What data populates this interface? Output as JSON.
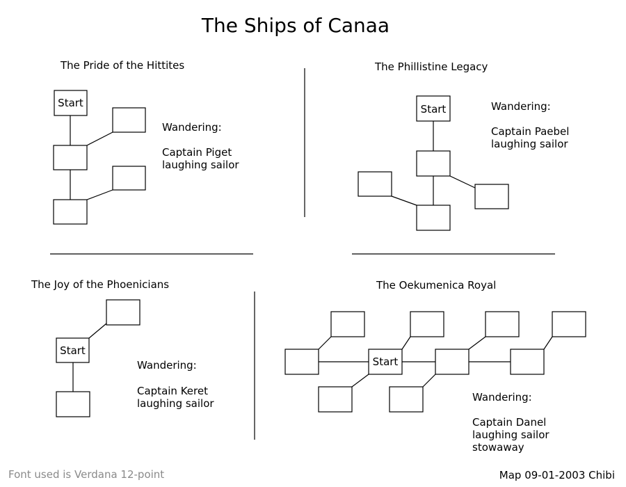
{
  "title": "The Ships of Canaa",
  "ships": [
    {
      "name": "The Pride of the Hittites",
      "start_label": "Start",
      "wandering_label": "Wandering:",
      "wanderers": [
        "Captain Piget",
        "laughing sailor"
      ]
    },
    {
      "name": "The Phillistine Legacy",
      "start_label": "Start",
      "wandering_label": "Wandering:",
      "wanderers": [
        "Captain Paebel",
        "laughing sailor"
      ]
    },
    {
      "name": "The Joy of the Phoenicians",
      "start_label": "Start",
      "wandering_label": "Wandering:",
      "wanderers": [
        "Captain Keret",
        "laughing sailor"
      ]
    },
    {
      "name": "The Oekumenica Royal",
      "start_label": "Start",
      "wandering_label": "Wandering:",
      "wanderers": [
        "Captain Danel",
        "laughing sailor",
        "stowaway"
      ]
    }
  ],
  "footer": {
    "font_note": "Font used is Verdana 12-point",
    "credit": "Map 09-01-2003 Chibi"
  }
}
